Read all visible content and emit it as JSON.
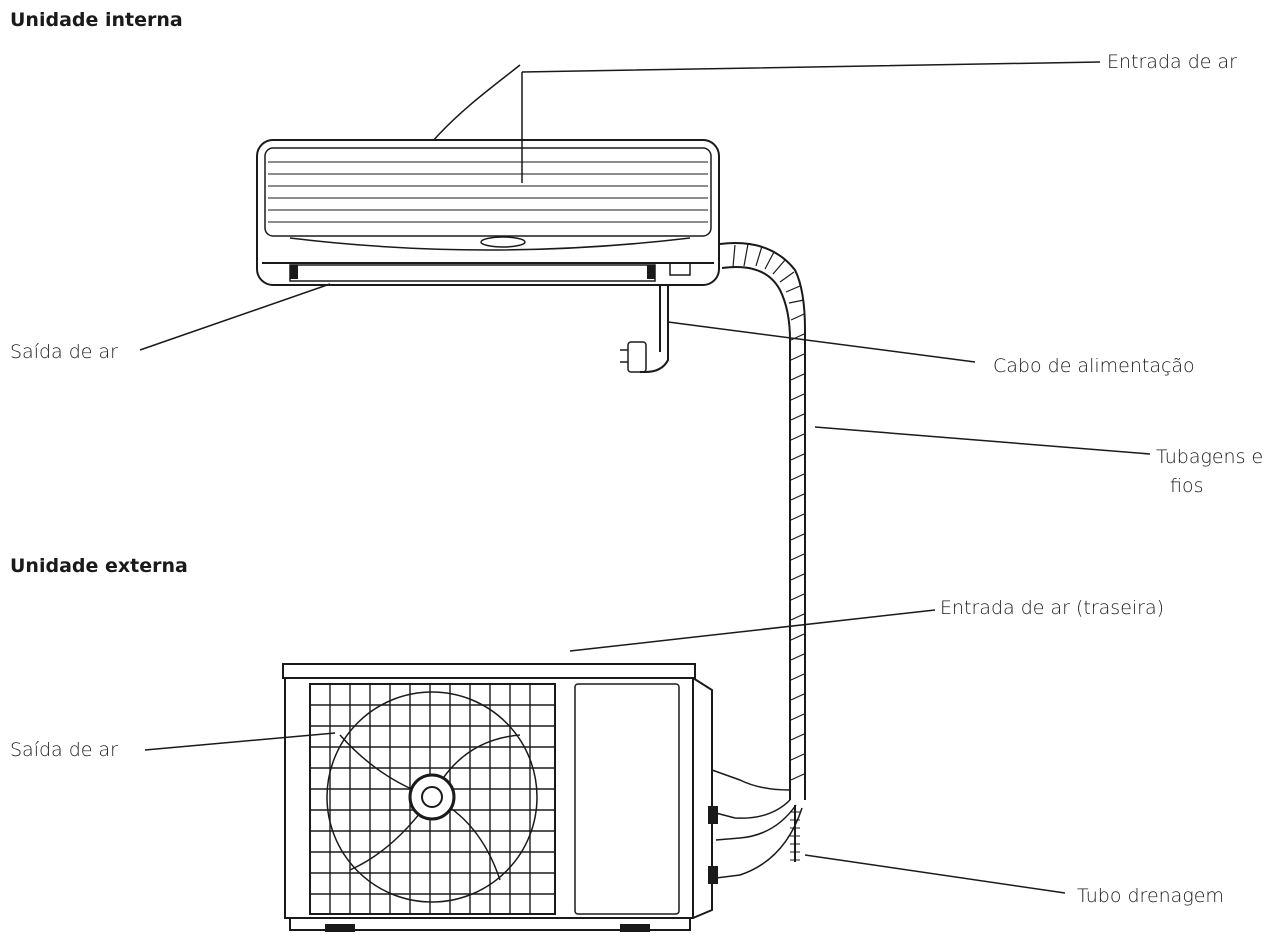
{
  "headings": {
    "indoor_unit": "Unidade interna",
    "outdoor_unit": "Unidade externa"
  },
  "labels": {
    "air_inlet": "Entrada de ar",
    "air_outlet_indoor": "Saída de ar",
    "power_cable": "Cabo de alimentação",
    "piping_line1": "Tubagens e",
    "piping_line2": "fios",
    "air_inlet_rear": "Entrada de ar (traseira)",
    "air_outlet_outdoor": "Saída de ar",
    "drain_tube": "Tubo drenagem"
  }
}
